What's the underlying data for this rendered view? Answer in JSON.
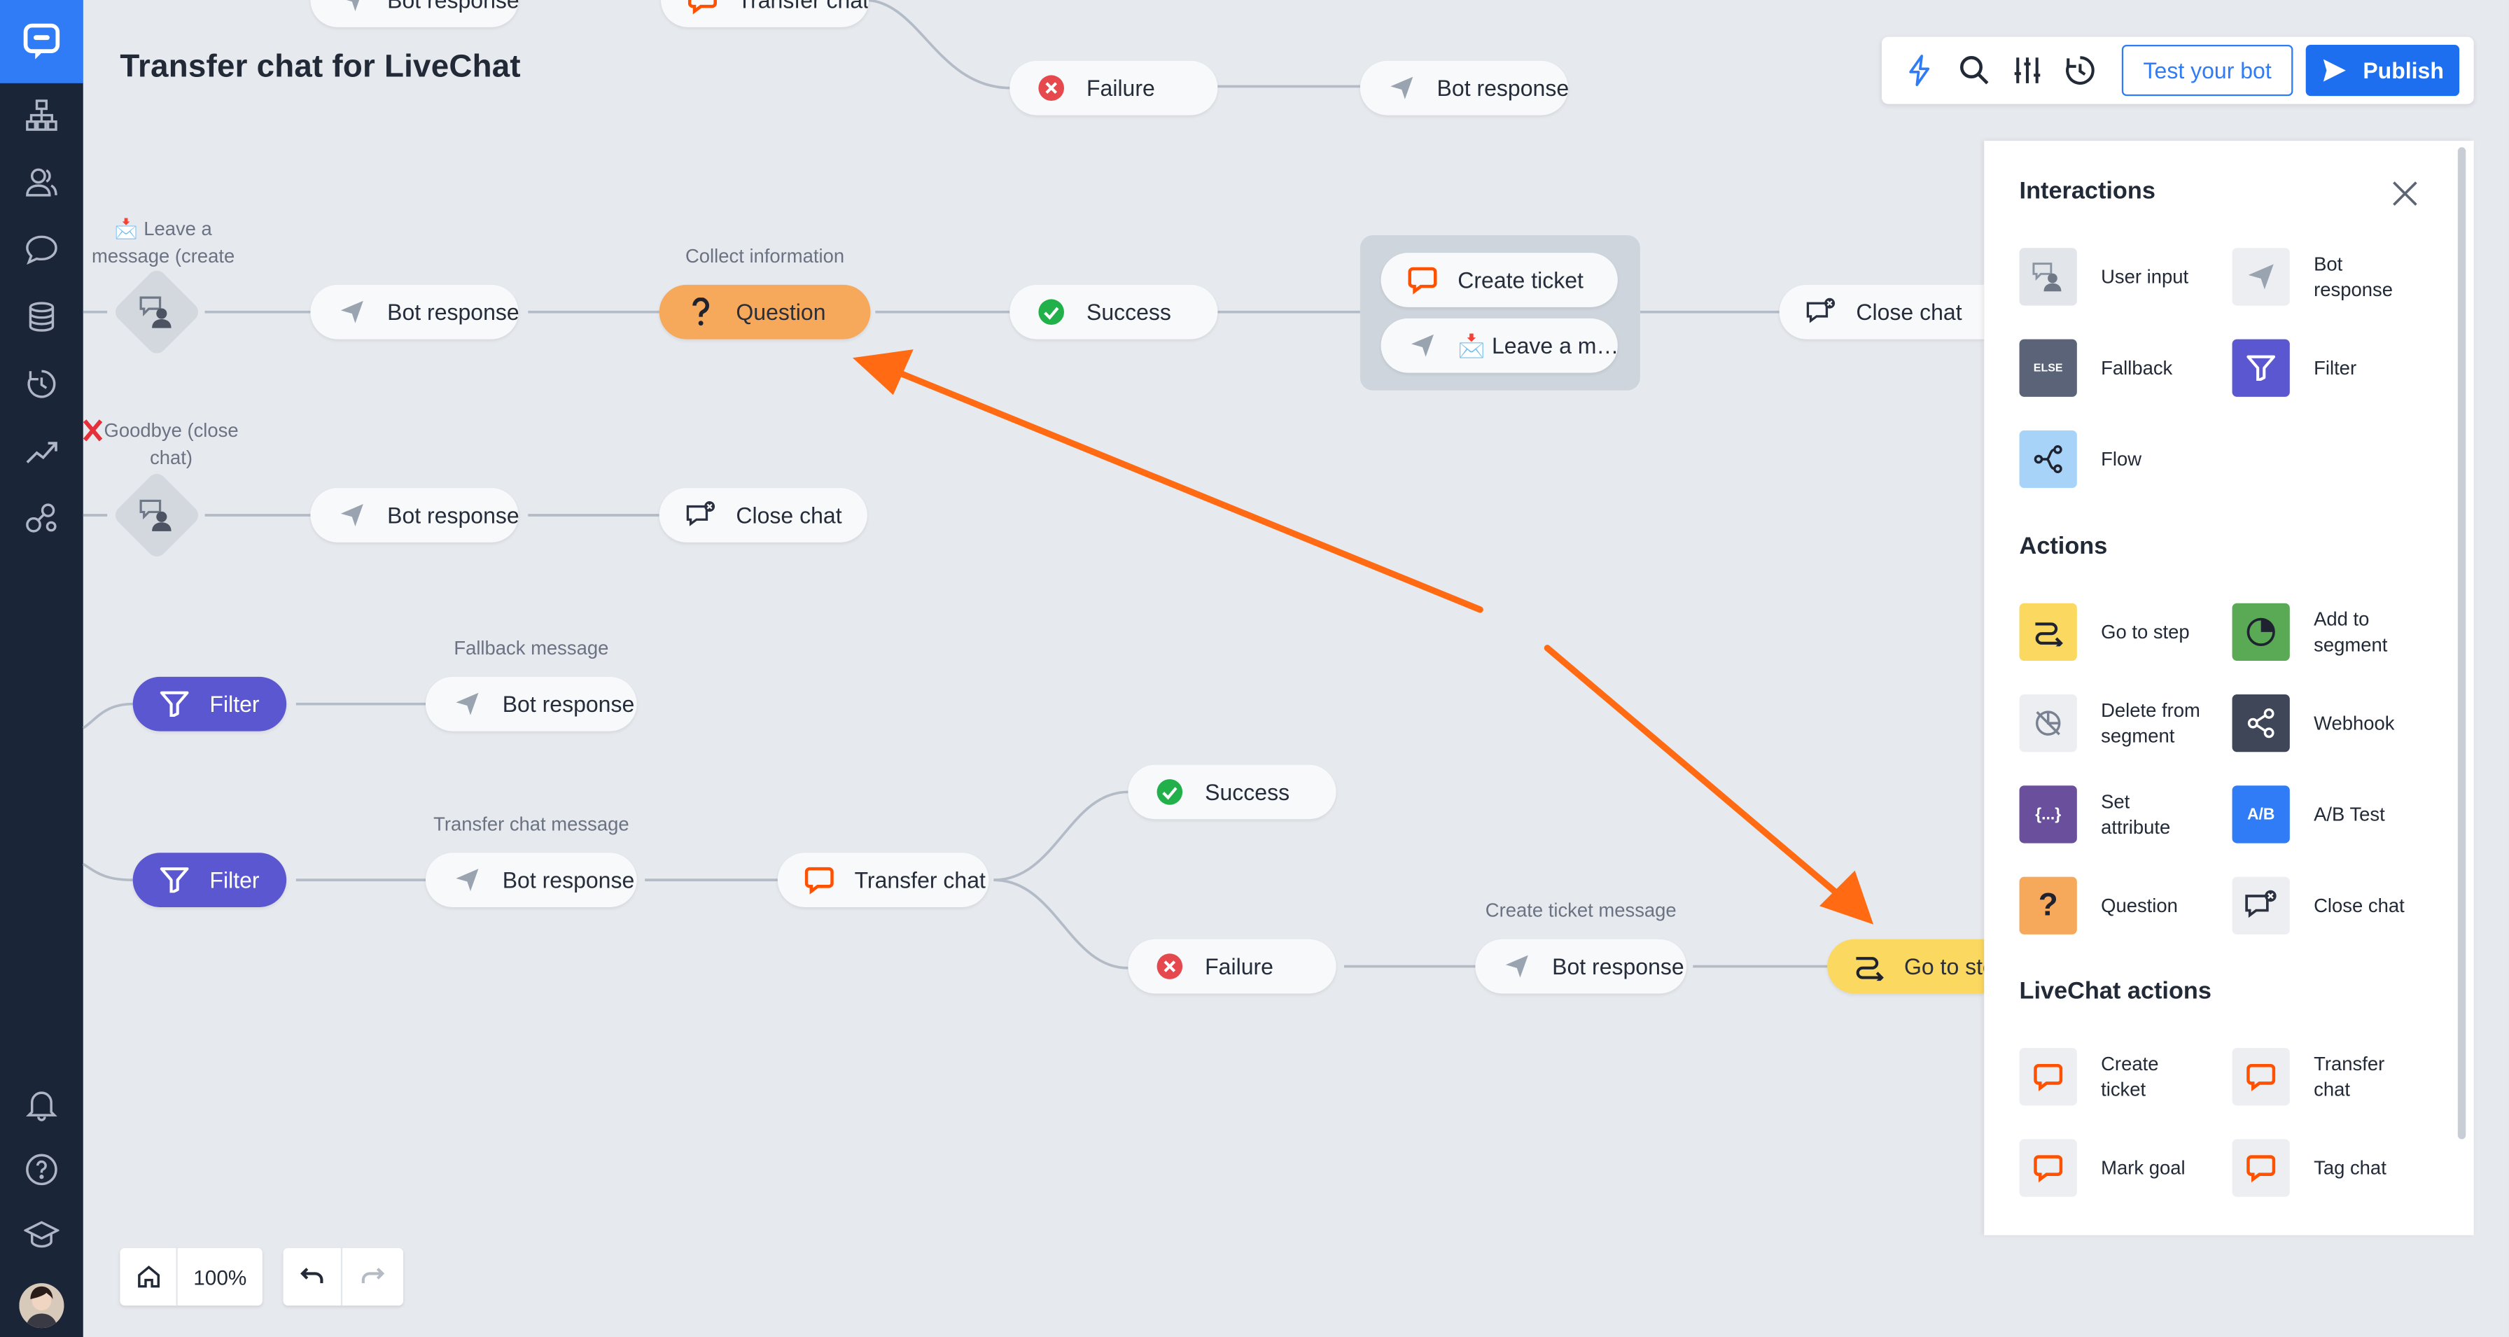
{
  "app": {
    "title": "Transfer chat for LiveChat",
    "accent_color": "#2f7cf6",
    "sidebar_icons": [
      "chatbot-logo-icon",
      "stories-icon",
      "audience-icon",
      "chats-icon",
      "database-icon",
      "history-icon",
      "reports-icon",
      "integrations-icon",
      "notifications-icon",
      "help-icon",
      "academy-icon",
      "user-avatar"
    ]
  },
  "toolbar": {
    "icons": [
      "lightning-icon",
      "search-icon",
      "sliders-icon",
      "history-icon"
    ],
    "test_label": "Test your bot",
    "publish_label": "Publish"
  },
  "canvas": {
    "labels": {
      "leave_message": "📩 Leave a message (create …",
      "goodbye": "Goodbye (close chat)",
      "collect_information": "Collect information",
      "fallback_message": "Fallback message",
      "transfer_chat_message": "Transfer chat message",
      "create_ticket_message": "Create ticket message"
    },
    "nodes": {
      "top_bot_response": "Bot response",
      "top_transfer_chat": "Transfer chat",
      "top_failure": "Failure",
      "top_bot_response_2": "Bot response",
      "row1_bot_response": "Bot response",
      "row1_question": "Question",
      "row1_success": "Success",
      "row1_create_ticket": "Create ticket",
      "row1_leave_message": "📩 Leave a m…",
      "row1_close_chat": "Close chat",
      "row2_bot_response": "Bot response",
      "row2_close_chat": "Close chat",
      "row3_filter": "Filter",
      "row3_bot_response": "Bot response",
      "row4_filter": "Filter",
      "row4_bot_response": "Bot response",
      "row4_transfer_chat": "Transfer chat",
      "row4_success": "Success",
      "row5_failure": "Failure",
      "row5_bot_response": "Bot response",
      "row5_go_to_step": "Go to step"
    }
  },
  "panel": {
    "interactions_title": "Interactions",
    "actions_title": "Actions",
    "livechat_title": "LiveChat actions",
    "interactions": [
      {
        "label": "User input",
        "icon": "user-input-icon"
      },
      {
        "label": "Bot response",
        "icon": "bot-response-icon"
      },
      {
        "label": "Fallback",
        "icon": "fallback-icon",
        "tile_text": "ELSE"
      },
      {
        "label": "Filter",
        "icon": "filter-icon"
      },
      {
        "label": "Flow",
        "icon": "flow-icon"
      }
    ],
    "actions": [
      {
        "label": "Go to step",
        "icon": "go-to-step-icon"
      },
      {
        "label": "Add to segment",
        "icon": "add-to-segment-icon"
      },
      {
        "label": "Delete from segment",
        "icon": "delete-from-segment-icon"
      },
      {
        "label": "Webhook",
        "icon": "webhook-icon"
      },
      {
        "label": "Set attribute",
        "icon": "set-attribute-icon",
        "tile_text": "{...}"
      },
      {
        "label": "A/B Test",
        "icon": "ab-test-icon",
        "tile_text": "A/B"
      },
      {
        "label": "Question",
        "icon": "question-icon",
        "tile_text": "?"
      },
      {
        "label": "Close chat",
        "icon": "close-chat-icon"
      }
    ],
    "livechat_actions": [
      {
        "label": "Create ticket",
        "icon": "livechat-create-ticket-icon"
      },
      {
        "label": "Transfer chat",
        "icon": "livechat-transfer-chat-icon"
      },
      {
        "label": "Mark goal",
        "icon": "livechat-mark-goal-icon"
      },
      {
        "label": "Tag chat",
        "icon": "livechat-tag-chat-icon"
      }
    ]
  },
  "bottom_controls": {
    "zoom": "100%"
  }
}
